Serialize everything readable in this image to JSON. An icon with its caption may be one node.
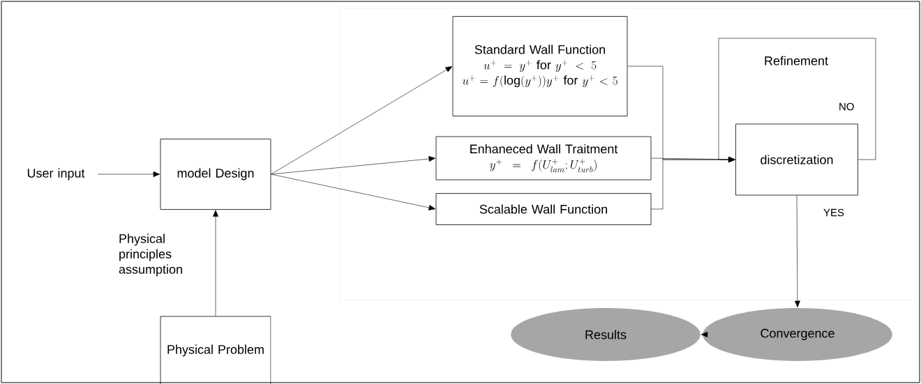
{
  "diagram": {
    "nodes": [
      {
        "text": [
          "User input"
        ]
      },
      {
        "text": [
          "model Design"
        ]
      },
      {
        "text": [
          "Physical Problem"
        ]
      },
      {
        "text": [
          "Standard Wall Function",
          "u^+ = y^+ \\text{ for } y^+ < 5",
          "u^+ = f(\\log(y^+))y^+ \\text{ for } y^+ < 5"
        ]
      },
      {
        "text": [
          "Enhaneced Wall Traitment",
          "y^+ = f(U^+_{lam};U^+_{turb})"
        ]
      },
      {
        "text": [
          "Scalable Wall Function"
        ]
      },
      {
        "text": [
          "discretization"
        ]
      },
      {
        "text": [
          "Convergence"
        ]
      },
      {
        "text": [
          "Results"
        ]
      }
    ],
    "edges": [
      {
        "from": 0,
        "to": 1,
        "arrow": "to"
      },
      {
        "from": 2,
        "to": 1,
        "arrow": "to",
        "label": "Physical principles assumption"
      },
      {
        "from": 1,
        "to": 3,
        "arrow": "to"
      },
      {
        "from": 1,
        "to": 4,
        "arrow": "to"
      },
      {
        "from": 1,
        "to": 5,
        "arrow": "to"
      },
      {
        "from": 3,
        "to": 6,
        "arrow": "to"
      },
      {
        "from": 4,
        "to": 6,
        "arrow": "to"
      },
      {
        "from": 5,
        "to": 6,
        "arrow": "to"
      },
      {
        "from": 6,
        "to": 6,
        "arrow": "to",
        "label": "NO"
      },
      {
        "from": 6,
        "to": 7,
        "arrow": "to",
        "label": "YES"
      },
      {
        "from": 7,
        "to": 8,
        "arrow": "to"
      }
    ],
    "labels": [
      "Refinement"
    ]
  }
}
